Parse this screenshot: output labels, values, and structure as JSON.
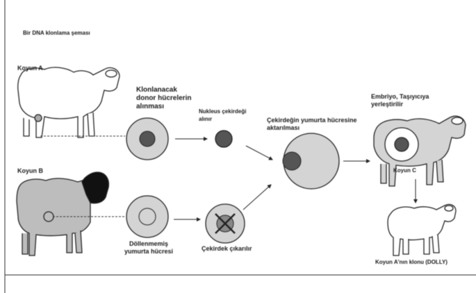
{
  "title": "Bir DNA klonlama şeması",
  "labels": {
    "sheep_a": "Koyun A",
    "sheep_b": "Koyun B",
    "sheep_c": "Koyun C",
    "donor_cell": "Klonlanacak donor hücrelerin alınması",
    "nucleus": "Nukleus çekirdeği alınır",
    "fused_cell": "Çekirdeğin yumurta hücresine aktarılması",
    "embryo": "Embriyo, Taşıyıcıya yerleştirilir",
    "egg_cell": "Döllenmemiş yumurta hücresi",
    "enucleated": "Çekirdek çıkarılır",
    "result": "Koyun A'nın klonu (DOLLY)"
  },
  "colors": {
    "outline": "#222222",
    "cell_fill": "#d4d4d4",
    "nucleus_fill": "#555555",
    "sheep_dark": "#bdbdbd",
    "face_black": "#111111"
  }
}
